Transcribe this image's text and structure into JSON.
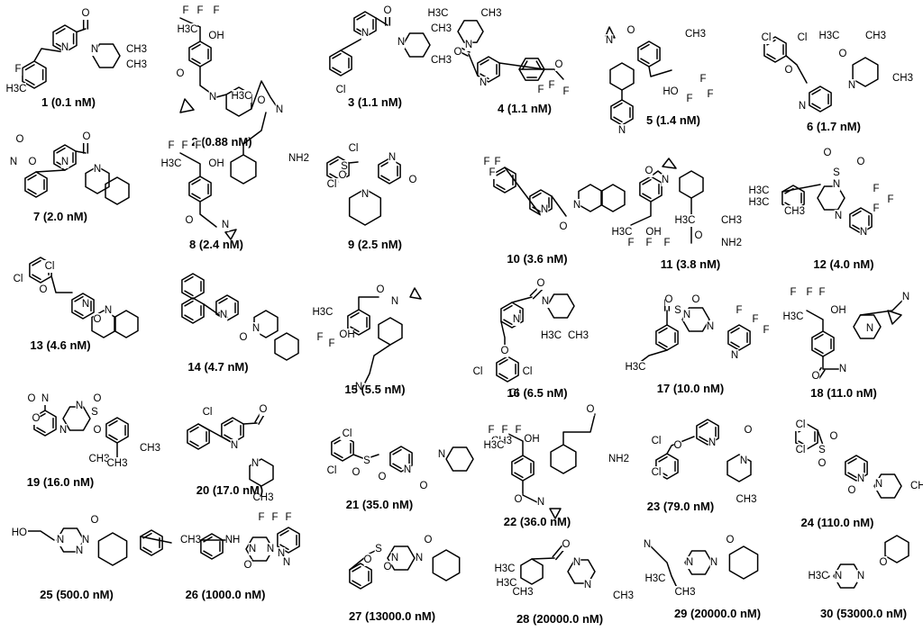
{
  "compounds": [
    {
      "label": "1 (0.1 nM)",
      "atoms": [
        "F",
        "H3C",
        "N",
        "O",
        "N",
        "CH3",
        "CH3"
      ]
    },
    {
      "label": "2 (0.88 nM)",
      "atoms": [
        "F",
        "F",
        "F",
        "H3C",
        "OH",
        "O",
        "N",
        "H3C",
        "N"
      ]
    },
    {
      "label": "3 (1.1 nM)",
      "atoms": [
        "Cl",
        "N",
        "O",
        "N",
        "CH3",
        "CH3"
      ]
    },
    {
      "label": "4 (1.1 nM)",
      "atoms": [
        "H3C",
        "CH3",
        "N",
        "O",
        "N",
        "O",
        "F",
        "F",
        "F"
      ]
    },
    {
      "label": "5 (1.4 nM)",
      "atoms": [
        "N",
        "O",
        "CH3",
        "HO",
        "F",
        "F",
        "F",
        "N"
      ]
    },
    {
      "label": "6 (1.7 nM)",
      "atoms": [
        "Cl",
        "Cl",
        "O",
        "N",
        "H3C",
        "CH3",
        "N",
        "CH3",
        "O"
      ]
    },
    {
      "label": "7 (2.0 nM)",
      "atoms": [
        "O",
        "N",
        "O",
        "N",
        "O",
        "N"
      ]
    },
    {
      "label": "8 (2.4 nM)",
      "atoms": [
        "F",
        "F",
        "F",
        "H3C",
        "OH",
        "O",
        "NH2",
        "O",
        "N"
      ]
    },
    {
      "label": "9 (2.5 nM)",
      "atoms": [
        "Cl",
        "S",
        "O",
        "Cl",
        "N",
        "O",
        "N"
      ]
    },
    {
      "label": "10 (3.6 nM)",
      "atoms": [
        "F",
        "F",
        "F",
        "N",
        "O",
        "N"
      ]
    },
    {
      "label": "11 (3.8 nM)",
      "atoms": [
        "O",
        "N",
        "H3C",
        "OH",
        "F",
        "F",
        "F",
        "H3C",
        "CH3",
        "O",
        "NH2"
      ]
    },
    {
      "label": "12 (4.0 nM)",
      "atoms": [
        "O",
        "S",
        "O",
        "H3C",
        "H3C",
        "CH3",
        "N",
        "N",
        "F",
        "F",
        "F",
        "N"
      ]
    },
    {
      "label": "13 (4.6 nM)",
      "atoms": [
        "Cl",
        "Cl",
        "O",
        "N",
        "O",
        "N"
      ]
    },
    {
      "label": "14 (4.7 nM)",
      "atoms": [
        "N",
        "O",
        "N"
      ]
    },
    {
      "label": "15 (5.5 nM)",
      "atoms": [
        "H3C",
        "O",
        "N",
        "F",
        "F",
        "OH",
        "N"
      ]
    },
    {
      "label": "16 (6.5 nM)",
      "atoms": [
        "N",
        "O",
        "N",
        "O",
        "Cl",
        "Cl",
        "Cl",
        "H3C",
        "CH3"
      ]
    },
    {
      "label": "17 (10.0 nM)",
      "atoms": [
        "O",
        "S",
        "O",
        "N",
        "N",
        "F",
        "F",
        "F",
        "H3C",
        "N"
      ]
    },
    {
      "label": "18 (11.0 nM)",
      "atoms": [
        "F",
        "F",
        "F",
        "H3C",
        "OH",
        "N",
        "N",
        "O",
        "N"
      ]
    },
    {
      "label": "19 (16.0 nM)",
      "atoms": [
        "O",
        "N",
        "O",
        "N",
        "N",
        "S",
        "O",
        "O",
        "CH3",
        "CH3",
        "CH3"
      ]
    },
    {
      "label": "20 (17.0 nM)",
      "atoms": [
        "Cl",
        "N",
        "O",
        "N",
        "CH3"
      ]
    },
    {
      "label": "21 (35.0 nM)",
      "atoms": [
        "Cl",
        "S",
        "O",
        "Cl",
        "O",
        "N",
        "O",
        "N",
        "CH3"
      ]
    },
    {
      "label": "22 (36.0 nM)",
      "atoms": [
        "F",
        "F",
        "F",
        "H3C",
        "OH",
        "O",
        "NH2",
        "O",
        "N"
      ]
    },
    {
      "label": "23 (79.0 nM)",
      "atoms": [
        "Cl",
        "O",
        "Cl",
        "N",
        "O",
        "N",
        "CH3"
      ]
    },
    {
      "label": "24 (110.0 nM)",
      "atoms": [
        "Cl",
        "Cl",
        "S",
        "O",
        "O",
        "N",
        "O",
        "N",
        "CH3"
      ]
    },
    {
      "label": "25 (500.0 nM)",
      "atoms": [
        "HO",
        "N",
        "N",
        "O",
        "N",
        "CH3"
      ]
    },
    {
      "label": "26 (1000.0 nM)",
      "atoms": [
        "F",
        "F",
        "F",
        "NH",
        "N",
        "N",
        "O",
        "N",
        "N"
      ]
    },
    {
      "label": "27 (13000.0 nM)",
      "atoms": [
        "S",
        "O",
        "O",
        "N",
        "N",
        "O"
      ]
    },
    {
      "label": "28 (20000.0 nM)",
      "atoms": [
        "H3C",
        "H3C",
        "CH3",
        "O",
        "N",
        "N",
        "CH3"
      ]
    },
    {
      "label": "29 (20000.0 nM)",
      "atoms": [
        "N",
        "N",
        "N",
        "O",
        "H3C",
        "CH3"
      ]
    },
    {
      "label": "30 (53000.0 nM)",
      "atoms": [
        "H3C",
        "N",
        "N",
        "O"
      ]
    }
  ]
}
